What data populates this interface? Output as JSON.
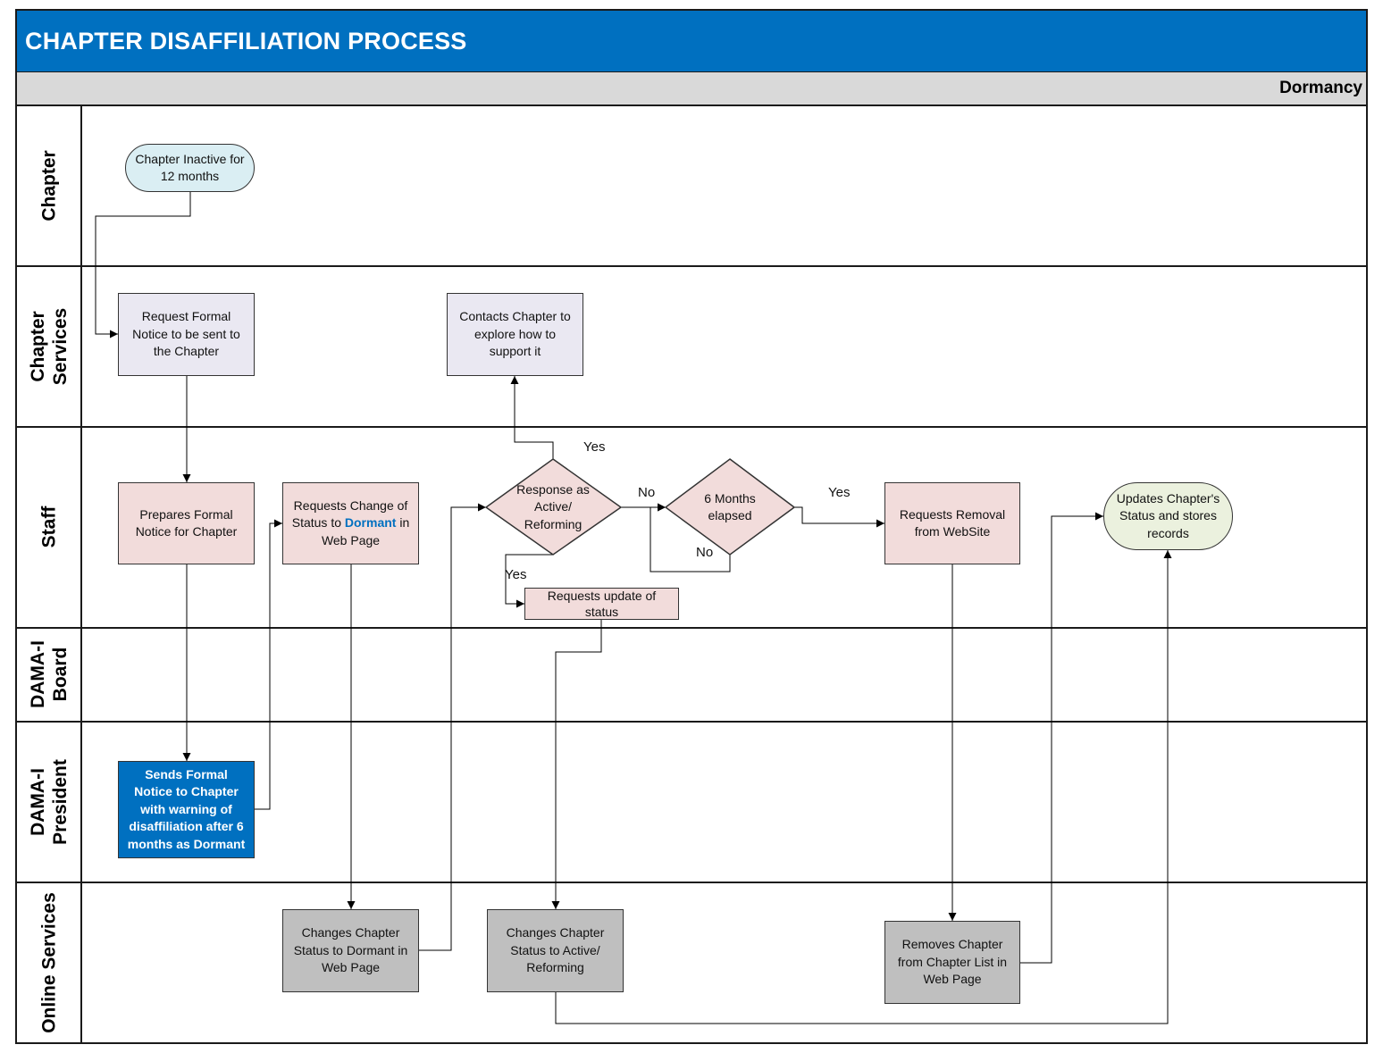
{
  "title": "CHAPTER DISAFFILIATION PROCESS",
  "phase": "Dormancy",
  "lanes": {
    "chapter": "Chapter",
    "chapter_services": "Chapter\nServices",
    "staff": "Staff",
    "board": "DAMA-I\nBoard",
    "president": "DAMA-I\nPresident",
    "online_services": "Online Services"
  },
  "nodes": {
    "start": "Chapter Inactive for 12 months",
    "request_notice": "Request Formal Notice to be sent to the Chapter",
    "contacts_chapter": "Contacts Chapter to explore how to support it",
    "prepares_notice": "Prepares Formal Notice for Chapter",
    "requests_change_pre": "Requests Change of Status to ",
    "requests_change_hl": "Dormant",
    "requests_change_post": " in Web Page",
    "response_decision": "Response as Active/ Reforming",
    "six_months": "6 Months elapsed",
    "requests_removal": "Requests Removal from WebSite",
    "updates_status": "Updates Chapter's Status and stores records",
    "requests_update": "Requests update of status",
    "sends_notice": "Sends Formal Notice to Chapter with warning of disaffiliation after 6 months as Dormant",
    "changes_dormant": "Changes Chapter Status to Dormant in Web Page",
    "changes_active": "Changes Chapter Status to Active/ Reforming",
    "removes_chapter": "Removes Chapter from Chapter List in Web Page"
  },
  "edge_labels": {
    "yes_top": "Yes",
    "no_right": "No",
    "yes_left": "Yes",
    "yes_six": "Yes",
    "no_six": "No"
  },
  "colors": {
    "header": "#0070C0",
    "phase": "#D9D9D9",
    "pink": "#F2DCDB",
    "gray": "#BFBFBF",
    "lavender": "#EAE8F2",
    "start_terminal": "#DAEEF3",
    "end_terminal": "#EBF1DE"
  }
}
